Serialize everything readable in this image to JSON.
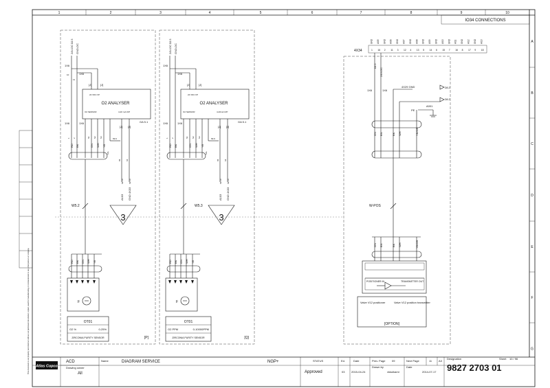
{
  "frame": {
    "columns": [
      "1",
      "2",
      "3",
      "4",
      "5",
      "6",
      "7",
      "8",
      "9",
      "10"
    ],
    "rows": [
      "A",
      "B",
      "C",
      "D",
      "E",
      "F",
      "G"
    ]
  },
  "header": {
    "section_title": "IO34 CONNECTIONS"
  },
  "modules": [
    {
      "panel_tag": "[P]",
      "supply_labels": [
        "24V-DC",
        "GND-DC",
        "D2.5"
      ],
      "analyser_title": "O2 ANALYSER",
      "analyser_sub_left": "O2 SENSOR",
      "analyser_sub_right": "4-20 mA O/P",
      "supply_note": "24 VDC I/P",
      "ga_ref": "GA 5.1",
      "pin_labels": [
        "RD",
        "BK",
        "GN",
        "WH",
        "YE"
      ],
      "pin_numbers": [
        "1",
        "2",
        "S1",
        "S2",
        "S3"
      ],
      "wire_refs": [
        "10L",
        "69.9",
        "65",
        "64"
      ],
      "io_labels": [
        "A103",
        "GND 4X33"
      ],
      "io_refs": [
        "69.10",
        "69.10"
      ],
      "cable": "W5.2",
      "ref_number": "3",
      "sensor_letter": "F",
      "device_tag": "OT01",
      "spec_left": "O2 %",
      "spec_right": "0-25%",
      "device_name": "ZIRCONIA PURITY SENSOR"
    },
    {
      "panel_tag": "[Q]",
      "supply_labels": [
        "24V-DC",
        "GND-DC",
        "D2.5"
      ],
      "analyser_title": "O2 ANALYSER",
      "analyser_sub_left": "O2 SENSOR",
      "analyser_sub_right": "4-20mA O/P",
      "supply_note": "24 VDC I/P",
      "ga_ref": "GA 5.1",
      "pin_labels": [
        "RD",
        "BK",
        "GN",
        "WH",
        "YE"
      ],
      "pin_numbers": [
        "1",
        "2",
        "S1",
        "S2",
        "S3"
      ],
      "wire_refs": [
        "10L",
        "69.9",
        "65",
        "64"
      ],
      "io_labels": [
        "A103",
        "GND 4X33"
      ],
      "io_refs": [
        "69.10",
        "69.10"
      ],
      "cable": "W5.3",
      "ref_number": "3",
      "sensor_letter": "F",
      "device_tag": "OT01",
      "spec_left": "O2 PPM",
      "spec_right": "0-10000PPM",
      "device_name": "ZIRCONIA PURITY SENSOR"
    }
  ],
  "option": {
    "terminal_block": "4X34",
    "terminal_names": [
      "GND",
      "AI05",
      "GND",
      "AI06",
      "GND",
      "AI07",
      "GND",
      "AI08",
      "GND",
      "AI09",
      "GND",
      "AI10",
      "GND",
      "AI11",
      "GND",
      "AI12",
      "GND",
      "AI13"
    ],
    "terminal_numbers": [
      "1",
      "16",
      "2",
      "11",
      "3",
      "12",
      "4",
      "13",
      "5",
      "14",
      "6",
      "15",
      "7",
      "16",
      "8",
      "17",
      "9",
      "18"
    ],
    "supply_labels": [
      "24V-DC",
      "D2.5"
    ],
    "gnd_label": "4X29 GND",
    "gnd_ref_1": "D8.2",
    "gnd_ref_2": "D8.2",
    "device_ref": "A001",
    "pe_label": "PE",
    "wire_colors": [
      "GN",
      "BN",
      "BK",
      "WH",
      "YE/GR"
    ],
    "cable": "W-POS",
    "positioner_label": "POSITIONER IN",
    "transmitter_label": "TRANSMITTER OUT",
    "valve_left": "Valve V12 positioner",
    "valve_right": "Valve V12 position transmitter",
    "option_label": "[OPTION]"
  },
  "title_block": {
    "logo": "Atlas Copco",
    "company": "ACD",
    "drawing_owner_label": "Drawing owner",
    "drawing_owner": "All",
    "name_label": "Name",
    "name": "DIAGRAM SERVICE",
    "product": "NGP+",
    "status_label": "STATUS",
    "status": "Approved",
    "ed_label": "Ed.",
    "ed": "03",
    "date_label": "Date",
    "date": "2015-04-24",
    "prev_page_label": "Prev. Page",
    "prev_page": "09",
    "next_page_label": "Next Page",
    "next_page": "11",
    "size": "A3",
    "drawn_by_label": "Drawn by",
    "drawn_by": "vkkulkarni",
    "date2_label": "Date",
    "date2": "2014-07-17",
    "designation_label": "Designation",
    "designation": "9827 2703 01",
    "sheet_label": "Sheet",
    "sheet": "10 / 96"
  },
  "side_note": "This document is our property and shall not without our permission be altered, copied, used for manufacturing or communicated to any other person or company."
}
